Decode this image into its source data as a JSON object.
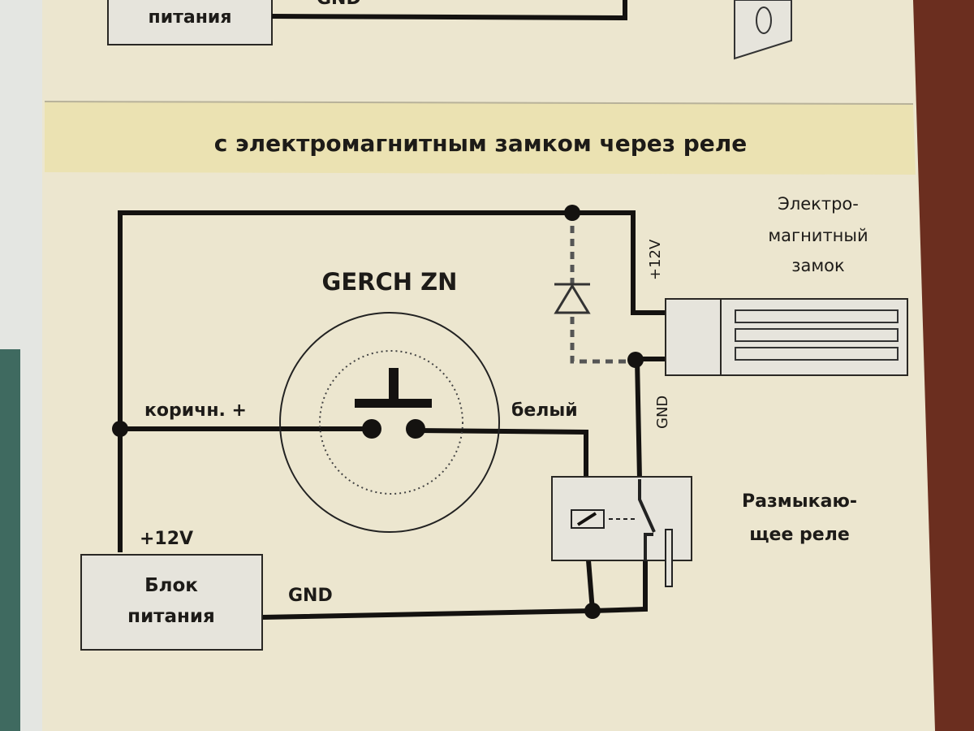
{
  "top_section": {
    "power_block_label": "питания",
    "gnd_label": "GND"
  },
  "section_title": "с электромагнитным замком через реле",
  "diagram": {
    "device_name": "GERCH ZN",
    "wire_brown_label": "коричн. +",
    "wire_white_label": "белый",
    "power_supply": {
      "line1": "Блок",
      "line2": "питания",
      "plus_label": "+12V",
      "gnd_label": "GND"
    },
    "lock": {
      "line1": "Электро-",
      "line2": "магнитный",
      "line3": "замок",
      "plus_label": "+12V",
      "gnd_label": "GND"
    },
    "relay": {
      "line1": "Размыкаю-",
      "line2": "щее реле"
    }
  },
  "colors": {
    "paper": "#ece6cf",
    "band": "#ebe2b2",
    "wire": "#141210",
    "wood": "#6b2e1f"
  }
}
